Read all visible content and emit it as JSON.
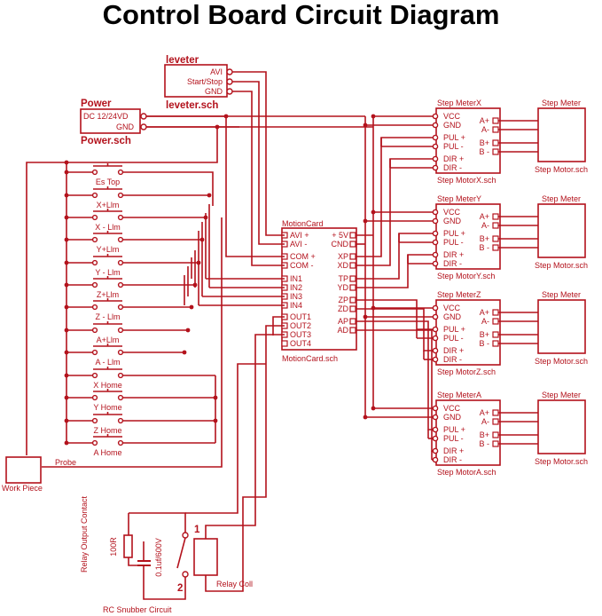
{
  "title": "Control Board Circuit Diagram",
  "color": "#b3121c",
  "leveter": {
    "name": "leveter",
    "pins": [
      "AVI",
      "Start/Stop",
      "GND"
    ],
    "file": "leveter.sch"
  },
  "power": {
    "name": "Power",
    "pins": [
      "DC 12/24VD",
      "GND"
    ],
    "file": "Power.sch"
  },
  "switches": [
    "Es Top",
    "X+Llm",
    "X - Llm",
    "Y+Llm",
    "Y - Llm",
    "Z+Llm",
    "Z - Llm",
    "A+Llm",
    "A - Llm",
    "X Home",
    "Y Home",
    "Z Home",
    "A Home"
  ],
  "probe_label": "Probe",
  "workpiece_label": "Work Piece",
  "motion_card": {
    "name": "MotionCard",
    "left_pins": [
      "AVI +",
      "AVI -",
      "COM +",
      "COM -",
      "IN1",
      "IN2",
      "IN3",
      "IN4",
      "OUT1",
      "OUT2",
      "OUT3",
      "OUT4"
    ],
    "right_pins": [
      "+ 5V",
      "CND",
      "XP",
      "XD",
      "TP",
      "YD",
      "ZP",
      "ZD",
      "AP",
      "AD"
    ],
    "file": "MotionCard.sch"
  },
  "drivers": [
    {
      "name": "Step MeterX",
      "file": "Step MotorX.sch"
    },
    {
      "name": "Step MeterY",
      "file": "Step MotorY.sch"
    },
    {
      "name": "Step MeterZ",
      "file": "Step MotorZ.sch"
    },
    {
      "name": "Step MeterA",
      "file": "Step MotorA.sch"
    }
  ],
  "driver_pins": [
    "VCC",
    "GND",
    "PUL +",
    "PUL -",
    "DIR +",
    "DIR -"
  ],
  "motor_pins": [
    "A+",
    "A-",
    "B+",
    "B -"
  ],
  "motor_title": "Step Meter",
  "motor_file": "Step Motor.sch",
  "relay": {
    "output_contact_label": "Relay Output Contact",
    "resistor": "100R",
    "capacitor": "0.1uf/600V",
    "contact_1": "1",
    "contact_2": "2",
    "coil_label": "Relay Coll",
    "snubber_label": "RC Snubber Circuit"
  }
}
